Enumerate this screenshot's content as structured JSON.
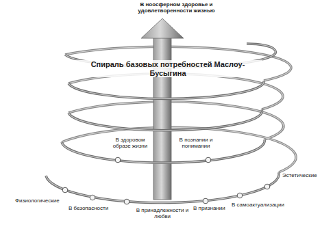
{
  "diagram": {
    "labels": [
      "В ноосферном здоровье и удовлетворенности жизнью",
      "Спираль базовых потребностей Маслоу-Бусыгина",
      "В здоровом образе жизни",
      "В познании и понимании",
      "Физиологические",
      "В безопасности",
      "В принадлежности и любви",
      "В признании",
      "В самоактуализации",
      "Эстетические"
    ]
  }
}
